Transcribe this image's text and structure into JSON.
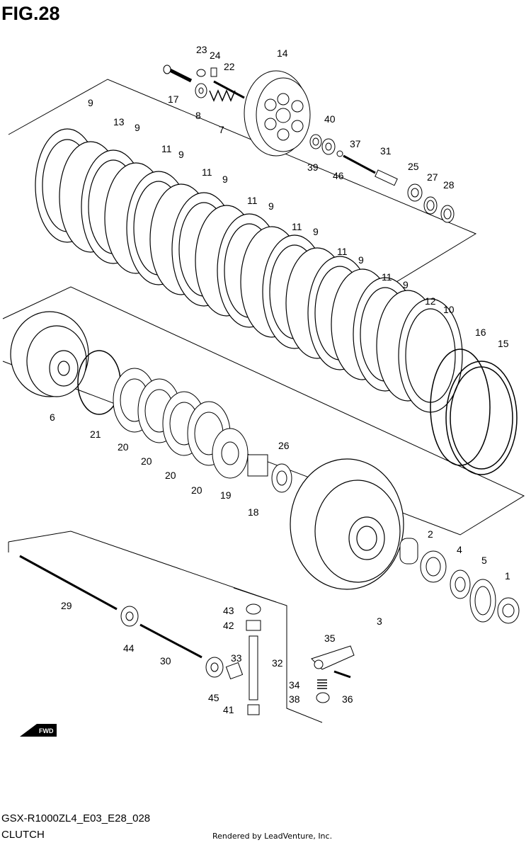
{
  "figure": {
    "title": "FIG.28"
  },
  "callouts": [
    {
      "id": "c23",
      "label": "23"
    },
    {
      "id": "c24",
      "label": "24"
    },
    {
      "id": "c22",
      "label": "22"
    },
    {
      "id": "c14",
      "label": "14"
    },
    {
      "id": "c17",
      "label": "17"
    },
    {
      "id": "c8",
      "label": "8"
    },
    {
      "id": "c7",
      "label": "7"
    },
    {
      "id": "c40",
      "label": "40"
    },
    {
      "id": "c37",
      "label": "37"
    },
    {
      "id": "c31",
      "label": "31"
    },
    {
      "id": "c39",
      "label": "39"
    },
    {
      "id": "c46",
      "label": "46"
    },
    {
      "id": "c25",
      "label": "25"
    },
    {
      "id": "c27",
      "label": "27"
    },
    {
      "id": "c28",
      "label": "28"
    },
    {
      "id": "c9a",
      "label": "9"
    },
    {
      "id": "c13",
      "label": "13"
    },
    {
      "id": "c9b",
      "label": "9"
    },
    {
      "id": "c11a",
      "label": "11"
    },
    {
      "id": "c9c",
      "label": "9"
    },
    {
      "id": "c11b",
      "label": "11"
    },
    {
      "id": "c9d",
      "label": "9"
    },
    {
      "id": "c11c",
      "label": "11"
    },
    {
      "id": "c9e",
      "label": "9"
    },
    {
      "id": "c11d",
      "label": "11"
    },
    {
      "id": "c9f",
      "label": "9"
    },
    {
      "id": "c11e",
      "label": "11"
    },
    {
      "id": "c9g",
      "label": "9"
    },
    {
      "id": "c11f",
      "label": "11"
    },
    {
      "id": "c9h",
      "label": "9"
    },
    {
      "id": "c12",
      "label": "12"
    },
    {
      "id": "c10",
      "label": "10"
    },
    {
      "id": "c16",
      "label": "16"
    },
    {
      "id": "c15",
      "label": "15"
    },
    {
      "id": "c6",
      "label": "6"
    },
    {
      "id": "c21",
      "label": "21"
    },
    {
      "id": "c20a",
      "label": "20"
    },
    {
      "id": "c20b",
      "label": "20"
    },
    {
      "id": "c20c",
      "label": "20"
    },
    {
      "id": "c20d",
      "label": "20"
    },
    {
      "id": "c19",
      "label": "19"
    },
    {
      "id": "c26",
      "label": "26"
    },
    {
      "id": "c18",
      "label": "18"
    },
    {
      "id": "c2",
      "label": "2"
    },
    {
      "id": "c4",
      "label": "4"
    },
    {
      "id": "c5",
      "label": "5"
    },
    {
      "id": "c1",
      "label": "1"
    },
    {
      "id": "c3",
      "label": "3"
    },
    {
      "id": "c29",
      "label": "29"
    },
    {
      "id": "c44",
      "label": "44"
    },
    {
      "id": "c30",
      "label": "30"
    },
    {
      "id": "c43",
      "label": "43"
    },
    {
      "id": "c42",
      "label": "42"
    },
    {
      "id": "c33",
      "label": "33"
    },
    {
      "id": "c32",
      "label": "32"
    },
    {
      "id": "c35",
      "label": "35"
    },
    {
      "id": "c34",
      "label": "34"
    },
    {
      "id": "c38",
      "label": "38"
    },
    {
      "id": "c36",
      "label": "36"
    },
    {
      "id": "c41",
      "label": "41"
    },
    {
      "id": "c45",
      "label": "45"
    }
  ],
  "fwd_badge": "FWD",
  "footer": {
    "model_code": "GSX-R1000ZL4_E03_E28_028",
    "diagram_name": "CLUTCH",
    "credit": "Rendered by LeadVenture, Inc."
  }
}
